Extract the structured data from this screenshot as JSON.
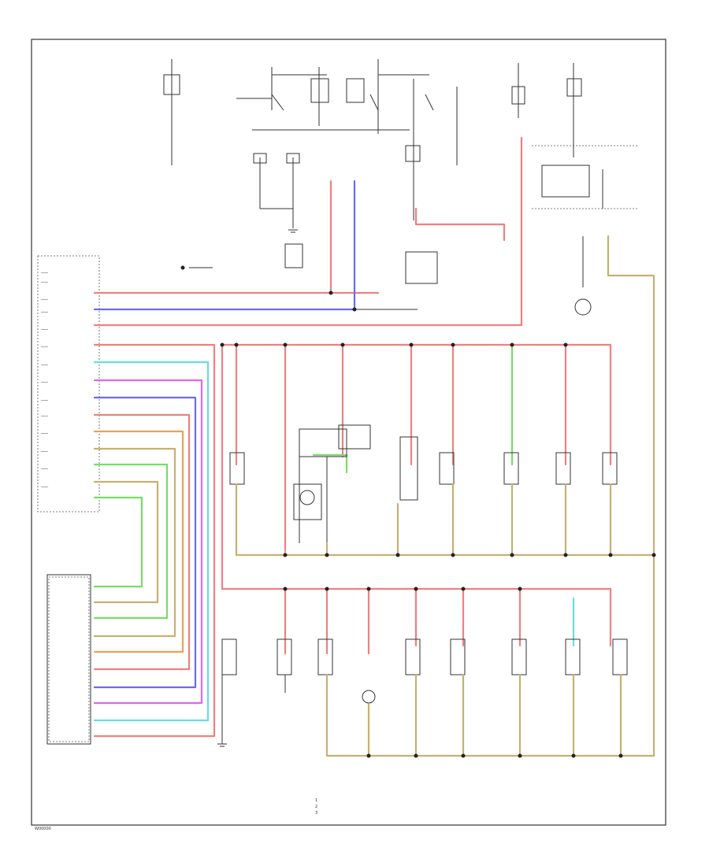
{
  "diagram": {
    "footer_code": "W00000",
    "colors": {
      "pink": "#f08080",
      "blue": "#6a6af0",
      "cyan": "#66dddd",
      "green": "#77dd66",
      "violet": "#dd66ee",
      "orange": "#f0a050",
      "tan": "#c8b070",
      "gray": "#333333"
    },
    "legend_markers": [
      "1",
      "2",
      "3"
    ]
  }
}
